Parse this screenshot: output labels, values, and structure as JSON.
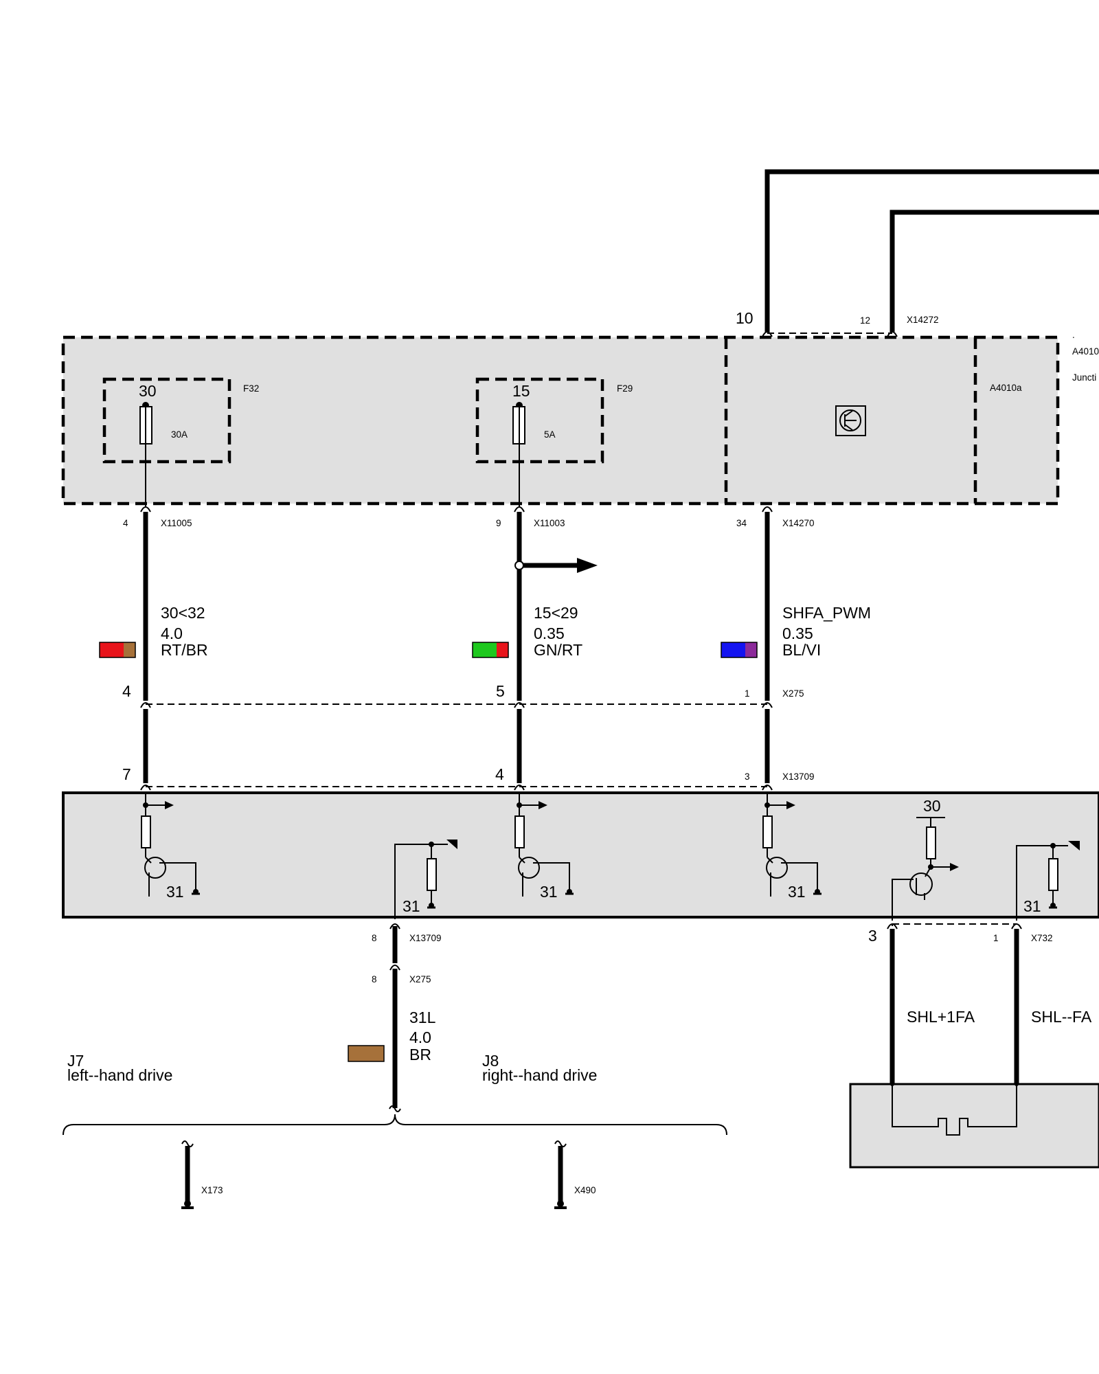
{
  "top_module": {
    "designator": "A4010",
    "dot": ".",
    "name_fragment": "Juncti",
    "sub_designator": "A4010a",
    "connector_top": "X14272",
    "connector_top_pins": [
      "10",
      "12"
    ]
  },
  "fuses": [
    {
      "id": "F32",
      "terminal": "30",
      "rating": "30A"
    },
    {
      "id": "F29",
      "terminal": "15",
      "rating": "5A"
    }
  ],
  "wires": [
    {
      "pin_top": "4",
      "connector_top": "X11005",
      "signal": "30<32",
      "cross_section": "4.0",
      "color_code": "RT/BR",
      "colors": [
        "#e8141b",
        "#a6713a"
      ],
      "pin_mid": "4",
      "pin_low": "7"
    },
    {
      "pin_top": "9",
      "connector_top": "X11003",
      "signal": "15<29",
      "cross_section": "0.35",
      "color_code": "GN/RT",
      "colors": [
        "#1ec81e",
        "#e8141b"
      ],
      "pin_mid": "5",
      "pin_low": "4"
    },
    {
      "pin_top": "34",
      "connector_top": "X14270",
      "signal": "SHFA_PWM",
      "cross_section": "0.35",
      "color_code": "BL/VI",
      "colors": [
        "#1414f0",
        "#8c2a9a"
      ],
      "pin_mid": "1",
      "pin_low": "3"
    }
  ],
  "inline_connector_mid": "X275",
  "inline_connector_low": "X13709",
  "lower_module": {
    "ground_labels": [
      "31",
      "31",
      "31",
      "31",
      "31"
    ],
    "supply_label": "30"
  },
  "ground_wire": {
    "pin_a": "8",
    "connector_a": "X13709",
    "pin_b": "8",
    "connector_b": "X275",
    "signal": "31L",
    "cross_section": "4.0",
    "color_code": "BR",
    "color": "#a6713a"
  },
  "variants": [
    {
      "code": "J7",
      "label": "left--hand drive",
      "ground": "X173"
    },
    {
      "code": "J8",
      "label": "right--hand drive",
      "ground": "X490"
    }
  ],
  "heater": {
    "connector": "X732",
    "pin_left": "3",
    "pin_right": "1",
    "signal_left": "SHL+1FA",
    "signal_right": "SHL--FA"
  }
}
